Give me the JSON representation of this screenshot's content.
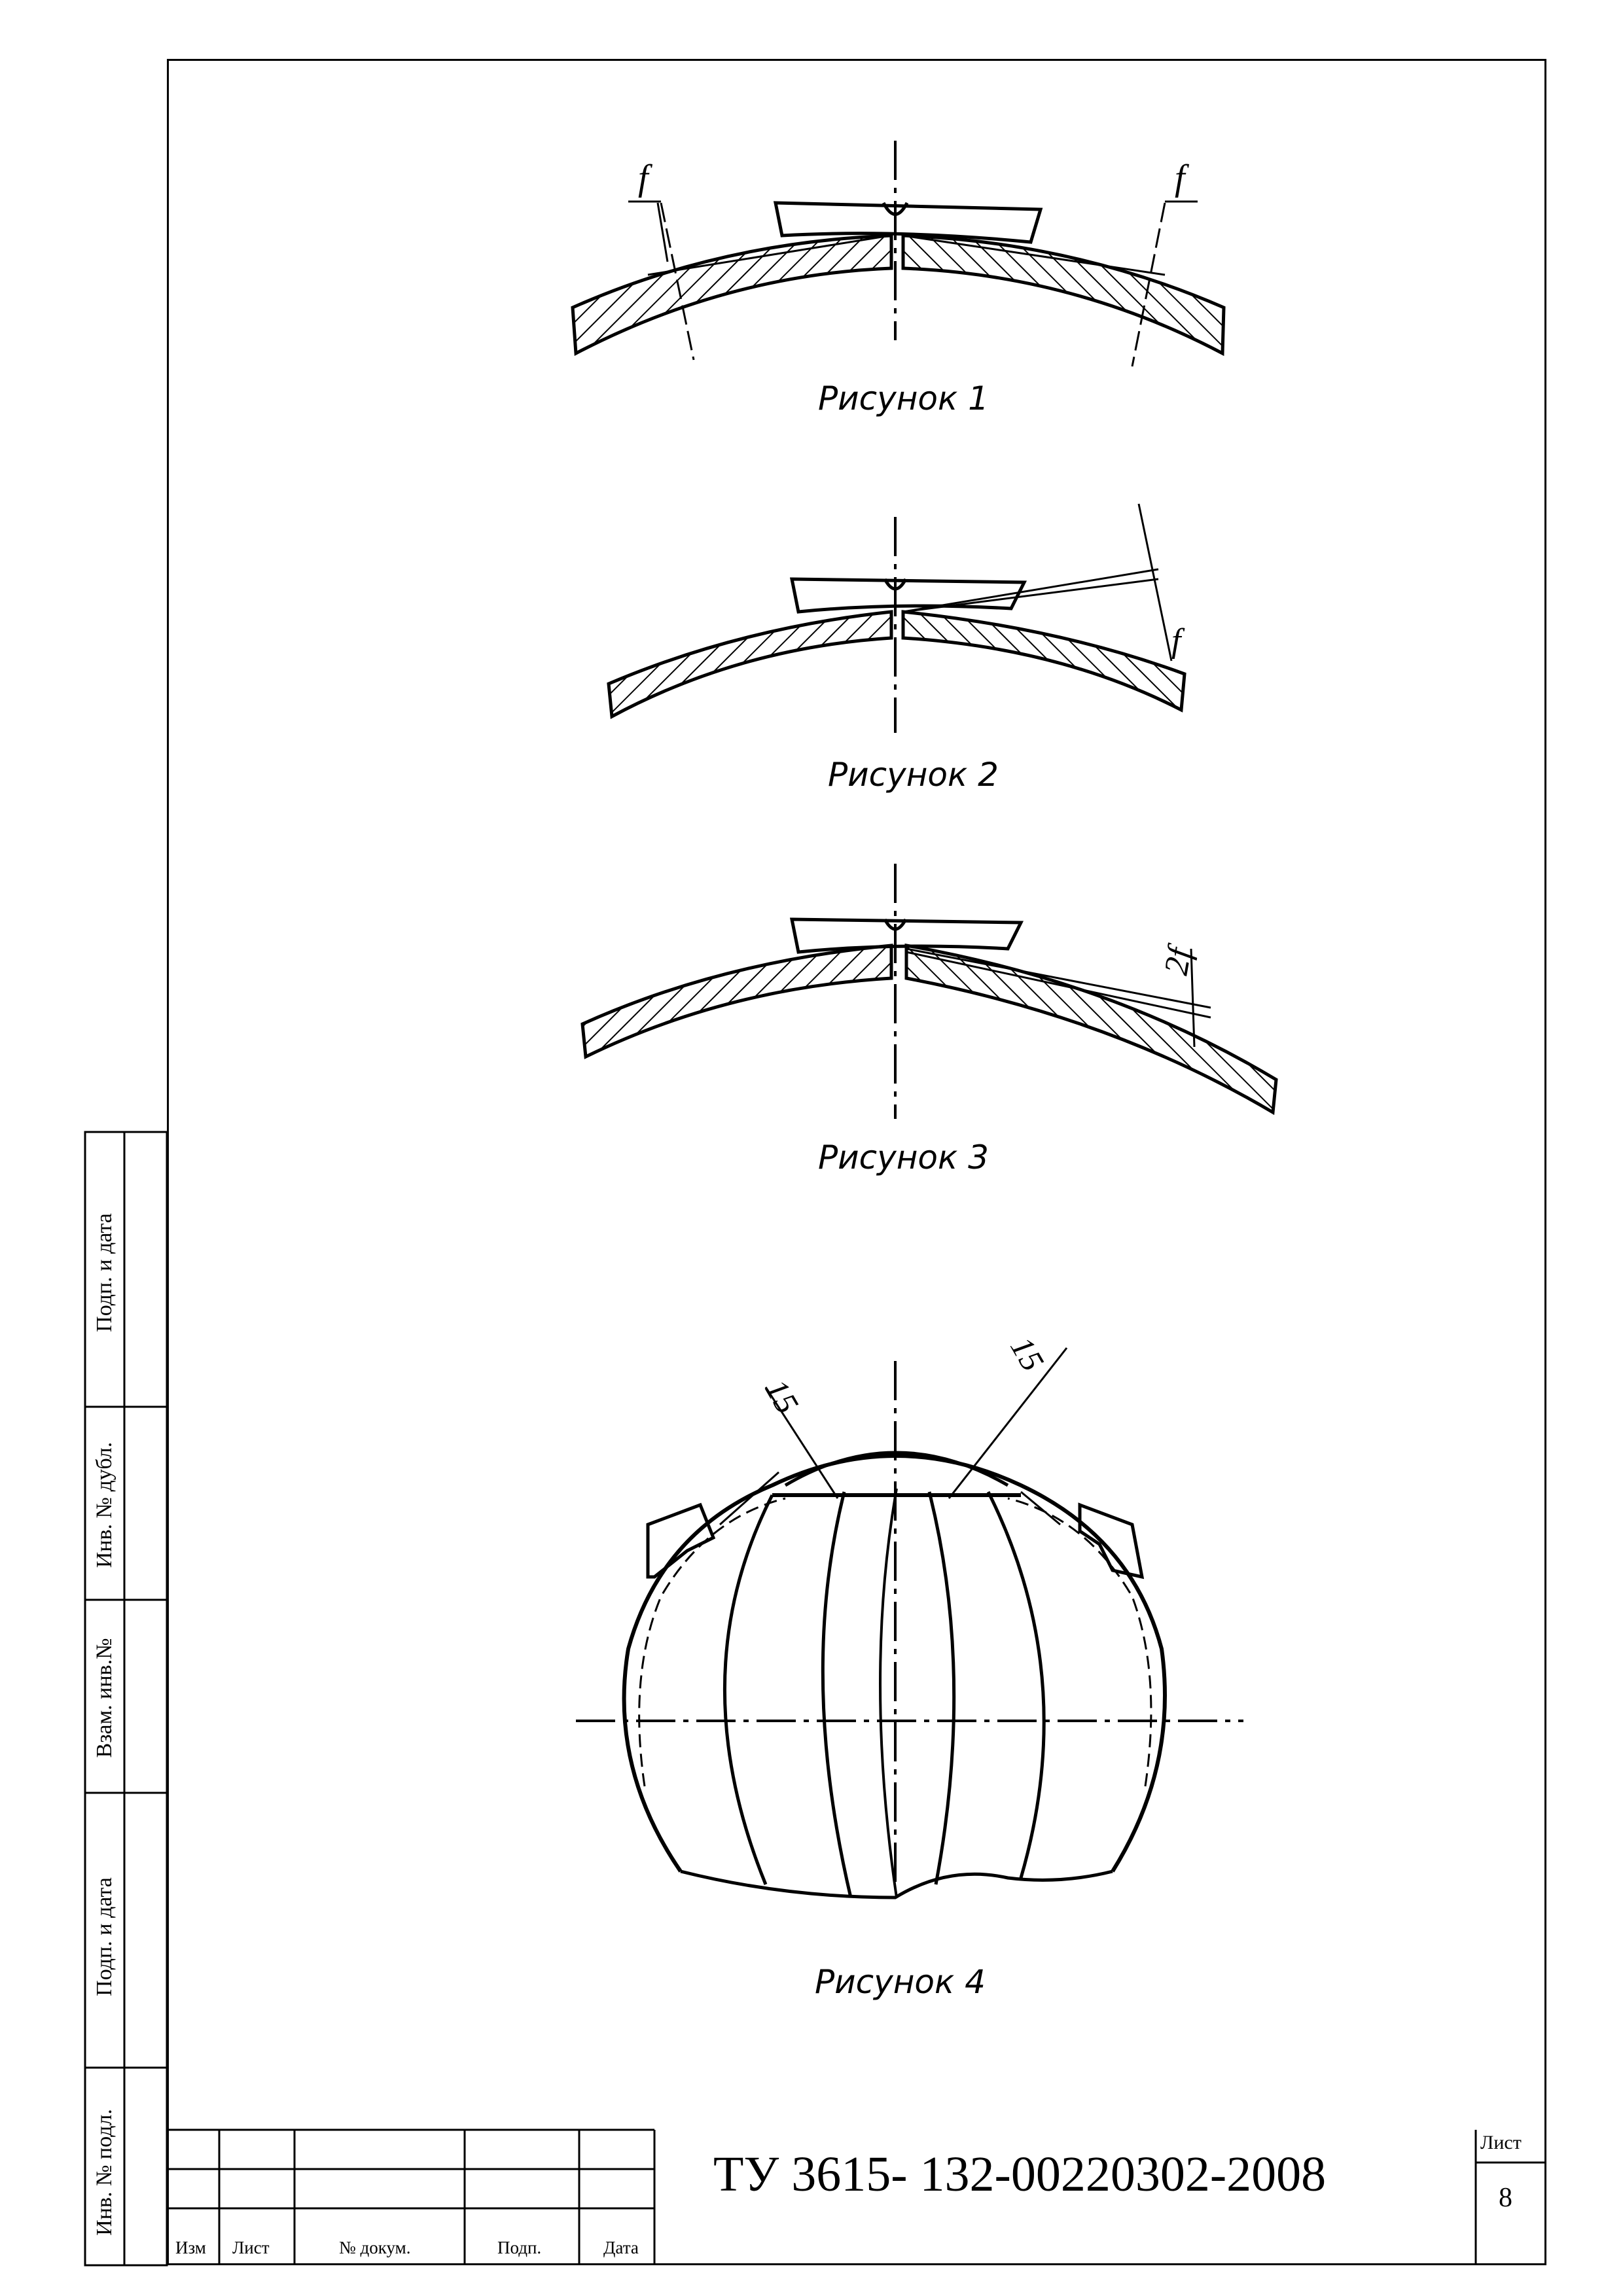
{
  "figures": [
    {
      "caption": "Рисунок 1",
      "dim_labels": [
        "f",
        "f"
      ]
    },
    {
      "caption": "Рисунок 2",
      "dim_labels": [
        "f"
      ]
    },
    {
      "caption": "Рисунок 3",
      "dim_labels": [
        "2f"
      ]
    },
    {
      "caption": "Рисунок 4",
      "dim_labels": [
        "15",
        "15"
      ]
    }
  ],
  "side_column": {
    "labels": [
      "Инв. № подл.",
      "Подп. и дата",
      "Взам. инв.№",
      "Инв. № дубл.",
      "Подп. и дата"
    ]
  },
  "title_block": {
    "columns": [
      "Изм",
      "Лист",
      "№ докум.",
      "Подп.",
      "Дата"
    ],
    "designation": "ТУ 3615- 132-00220302-2008",
    "sheet_label": "Лист",
    "sheet_number": "8"
  }
}
